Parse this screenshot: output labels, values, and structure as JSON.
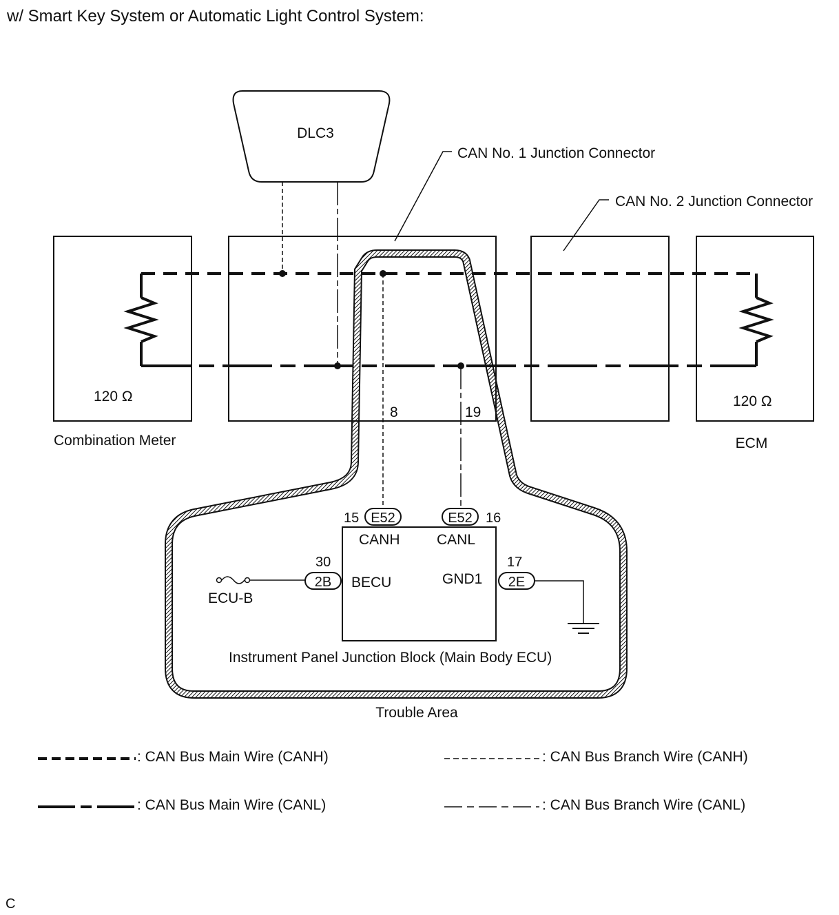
{
  "header": {
    "title": "w/ Smart Key System or Automatic Light Control System:"
  },
  "components": {
    "dlc3": "DLC3",
    "can_jc1": "CAN No. 1 Junction Connector",
    "can_jc2": "CAN No. 2 Junction Connector",
    "combination_meter": "Combination Meter",
    "ecm": "ECM",
    "resistor_left": "120 Ω",
    "resistor_right": "120 Ω",
    "ip_junction_block": "Instrument Panel Junction Block (Main Body ECU)",
    "trouble_area": "Trouble Area",
    "ecu_b": "ECU-B",
    "footnote": "C"
  },
  "pins": {
    "jc1_pin_canh": "8",
    "jc1_pin_canl": "19",
    "e52_canh_pin": "15",
    "e52_canl_pin": "16",
    "connector_e52": "E52",
    "canh": "CANH",
    "canl": "CANL",
    "becu_pin": "30",
    "connector_2b": "2B",
    "becu": "BECU",
    "gnd_pin": "17",
    "connector_2e": "2E",
    "gnd1": "GND1"
  },
  "legend": {
    "main_canh": ": CAN Bus Main Wire (CANH)",
    "branch_canh": ": CAN Bus Branch Wire (CANH)",
    "main_canl": ": CAN Bus Main Wire (CANL)",
    "branch_canl": ": CAN Bus Branch Wire (CANL)"
  }
}
